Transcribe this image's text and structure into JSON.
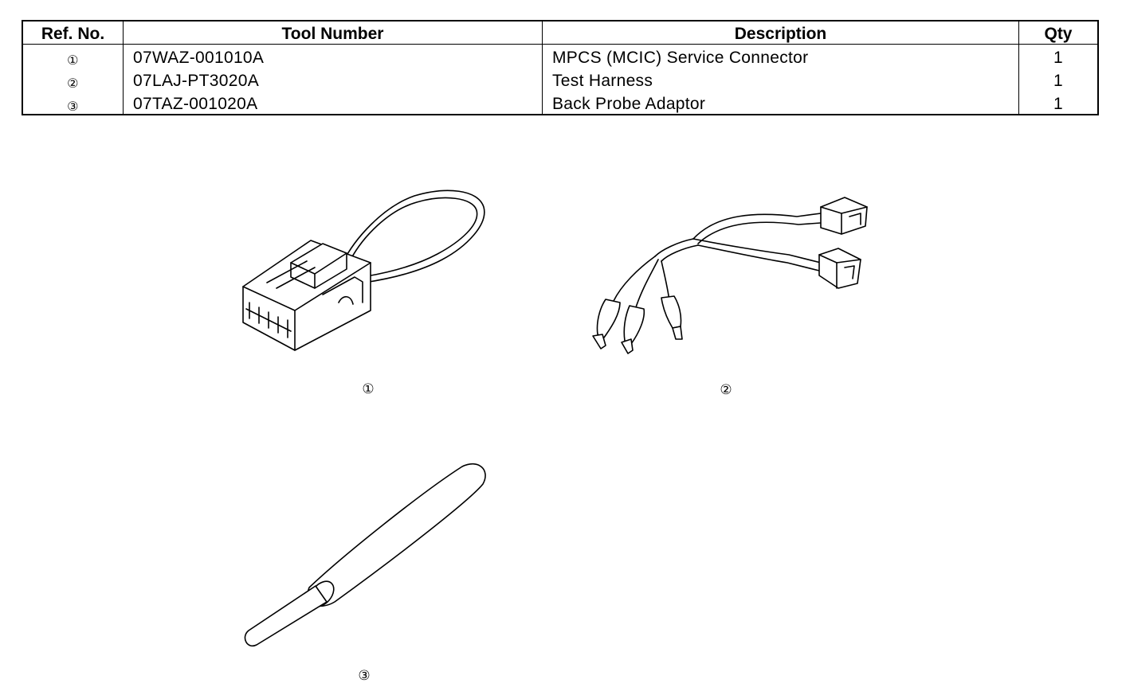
{
  "table": {
    "headers": {
      "ref": "Ref. No.",
      "tool": "Tool Number",
      "desc": "Description",
      "qty": "Qty"
    },
    "rows": [
      {
        "ref": "①",
        "tool": "07WAZ-001010A",
        "desc": "MPCS (MCIC) Service Connector",
        "qty": "1"
      },
      {
        "ref": "②",
        "tool": "07LAJ-PT3020A",
        "desc": "Test Harness",
        "qty": "1"
      },
      {
        "ref": "③",
        "tool": "07TAZ-001020A",
        "desc": "Back Probe Adaptor",
        "qty": "1"
      }
    ]
  },
  "figures": [
    {
      "label": "①",
      "icon": "service-connector-illustration"
    },
    {
      "label": "②",
      "icon": "test-harness-illustration"
    },
    {
      "label": "③",
      "icon": "back-probe-adaptor-illustration"
    }
  ]
}
